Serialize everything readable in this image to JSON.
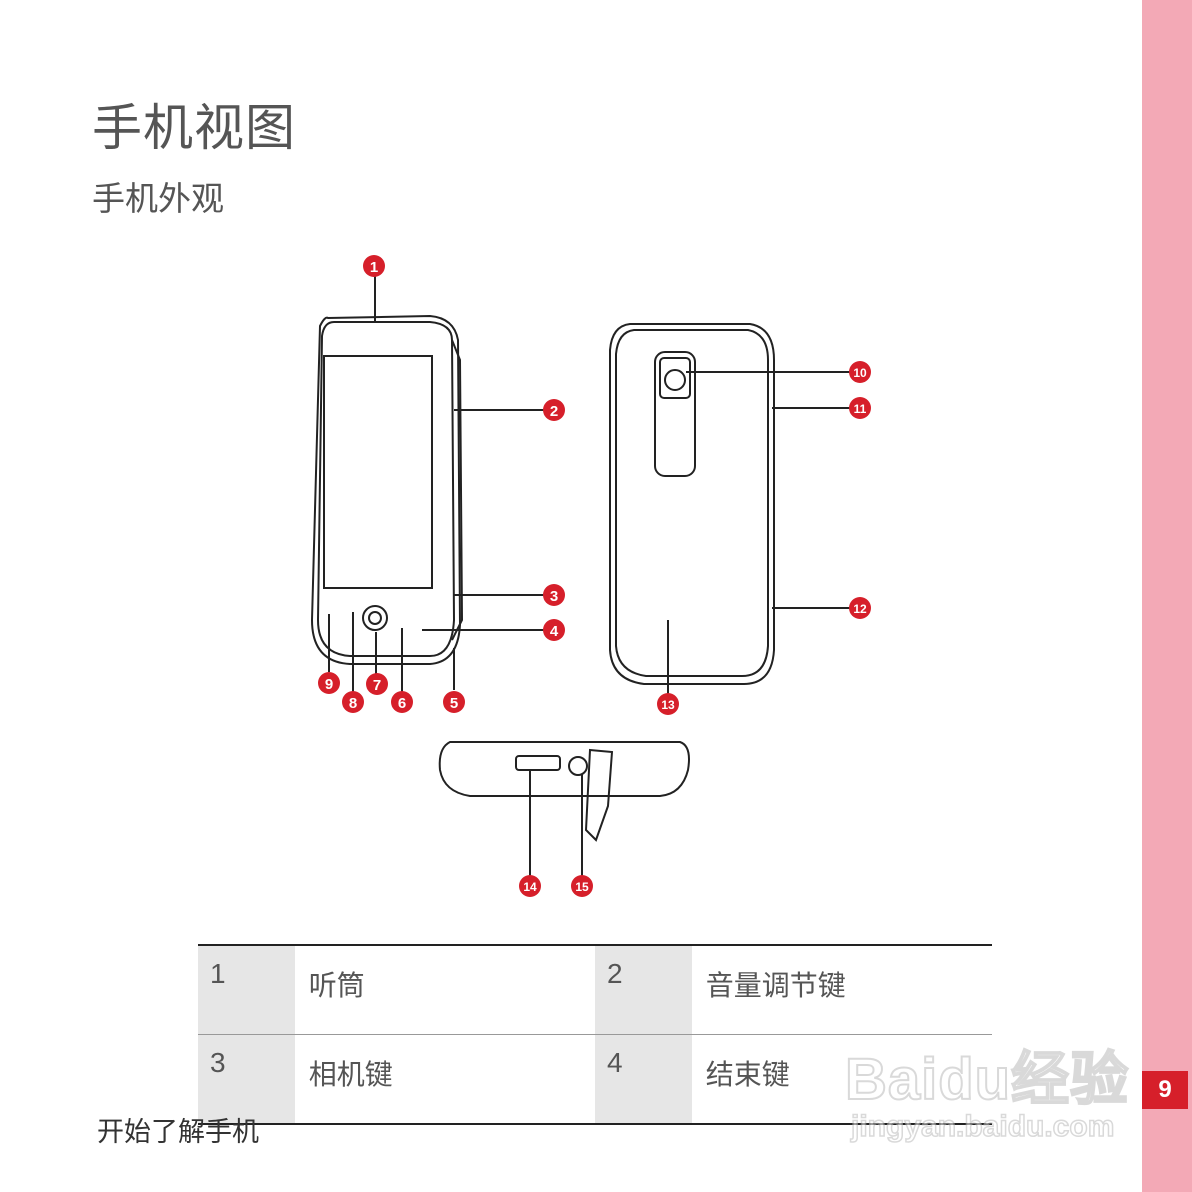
{
  "page": {
    "title": "手机视图",
    "subtitle": "手机外观",
    "footer": "开始了解手机",
    "page_number": "9"
  },
  "callouts": [
    "1",
    "2",
    "3",
    "4",
    "5",
    "6",
    "7",
    "8",
    "9",
    "10",
    "11",
    "12",
    "13",
    "14",
    "15"
  ],
  "legend": [
    {
      "n1": "1",
      "l1": "听筒",
      "n2": "2",
      "l2": "音量调节键"
    },
    {
      "n1": "3",
      "l1": "相机键",
      "n2": "4",
      "l2": "结束键"
    }
  ],
  "watermark": {
    "logo": "Baidu经验",
    "url": "jingyan.baidu.com"
  },
  "colors": {
    "accent_red": "#d61f2a",
    "sidebar_pink": "#f3a9b6",
    "legend_gray": "#e6e6e6"
  }
}
